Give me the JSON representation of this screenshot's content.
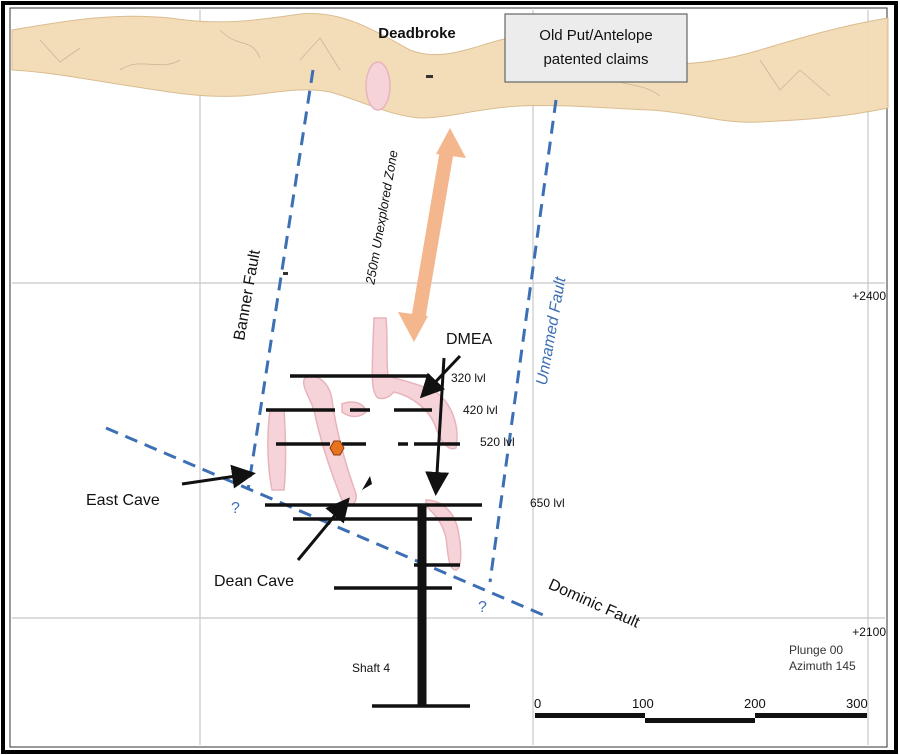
{
  "labels": {
    "deadbroke": "Deadbroke",
    "claims_line1": "Old Put/Antelope",
    "claims_line2": "patented claims",
    "unexplored_zone": "250m Unexplored Zone",
    "banner_fault": "Banner Fault",
    "unnamed_fault": "Unnamed Fault",
    "dominic_fault": "Dominic Fault",
    "dmea": "DMEA",
    "east_cave": "East Cave",
    "dean_cave": "Dean Cave",
    "shaft": "Shaft 4",
    "question_mark": "?"
  },
  "levels": [
    "320 lvl",
    "420 lvl",
    "520 lvl",
    "650 lvl"
  ],
  "elevations": [
    "+2400",
    "+2100"
  ],
  "view": {
    "plunge": "Plunge 00",
    "azimuth": "Azimuth 145"
  },
  "scale_ticks": [
    "0",
    "100",
    "200",
    "300"
  ],
  "colors": {
    "surface": "#f2dcb5",
    "orebody": "#f6d3d8",
    "orebody_stroke": "#e8b4bc",
    "fault": "#3d6fb5",
    "arrow": "#f3b68d",
    "grid": "#c8c8c8",
    "marker": "#e8731f"
  }
}
